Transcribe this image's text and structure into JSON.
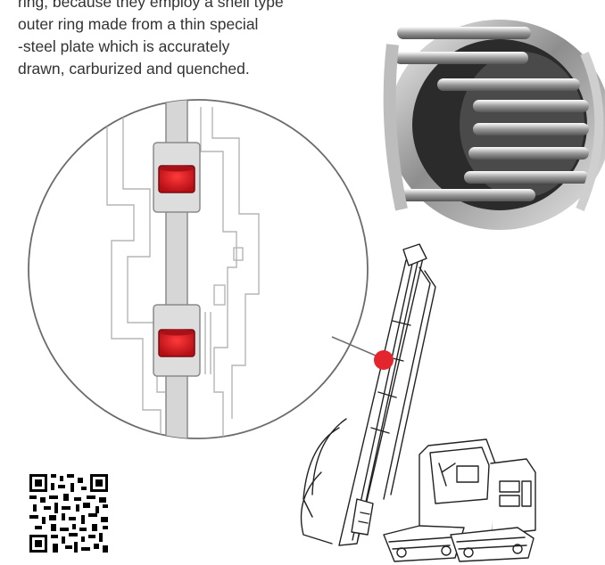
{
  "text": {
    "lines": [
      "ring, because they employ a shell type",
      "outer ring made from a thin special",
      "-steel plate which is accurately",
      "drawn, carburized and quenched."
    ]
  },
  "icons": {
    "bearing": "needle-roller-bearing-icon",
    "rig": "drilling-rig-icon",
    "qr": "qr-code-icon"
  },
  "colors": {
    "text": "#333333",
    "highlight": "#d42027",
    "outline": "#555555",
    "shaft": "#d6d6d6"
  }
}
